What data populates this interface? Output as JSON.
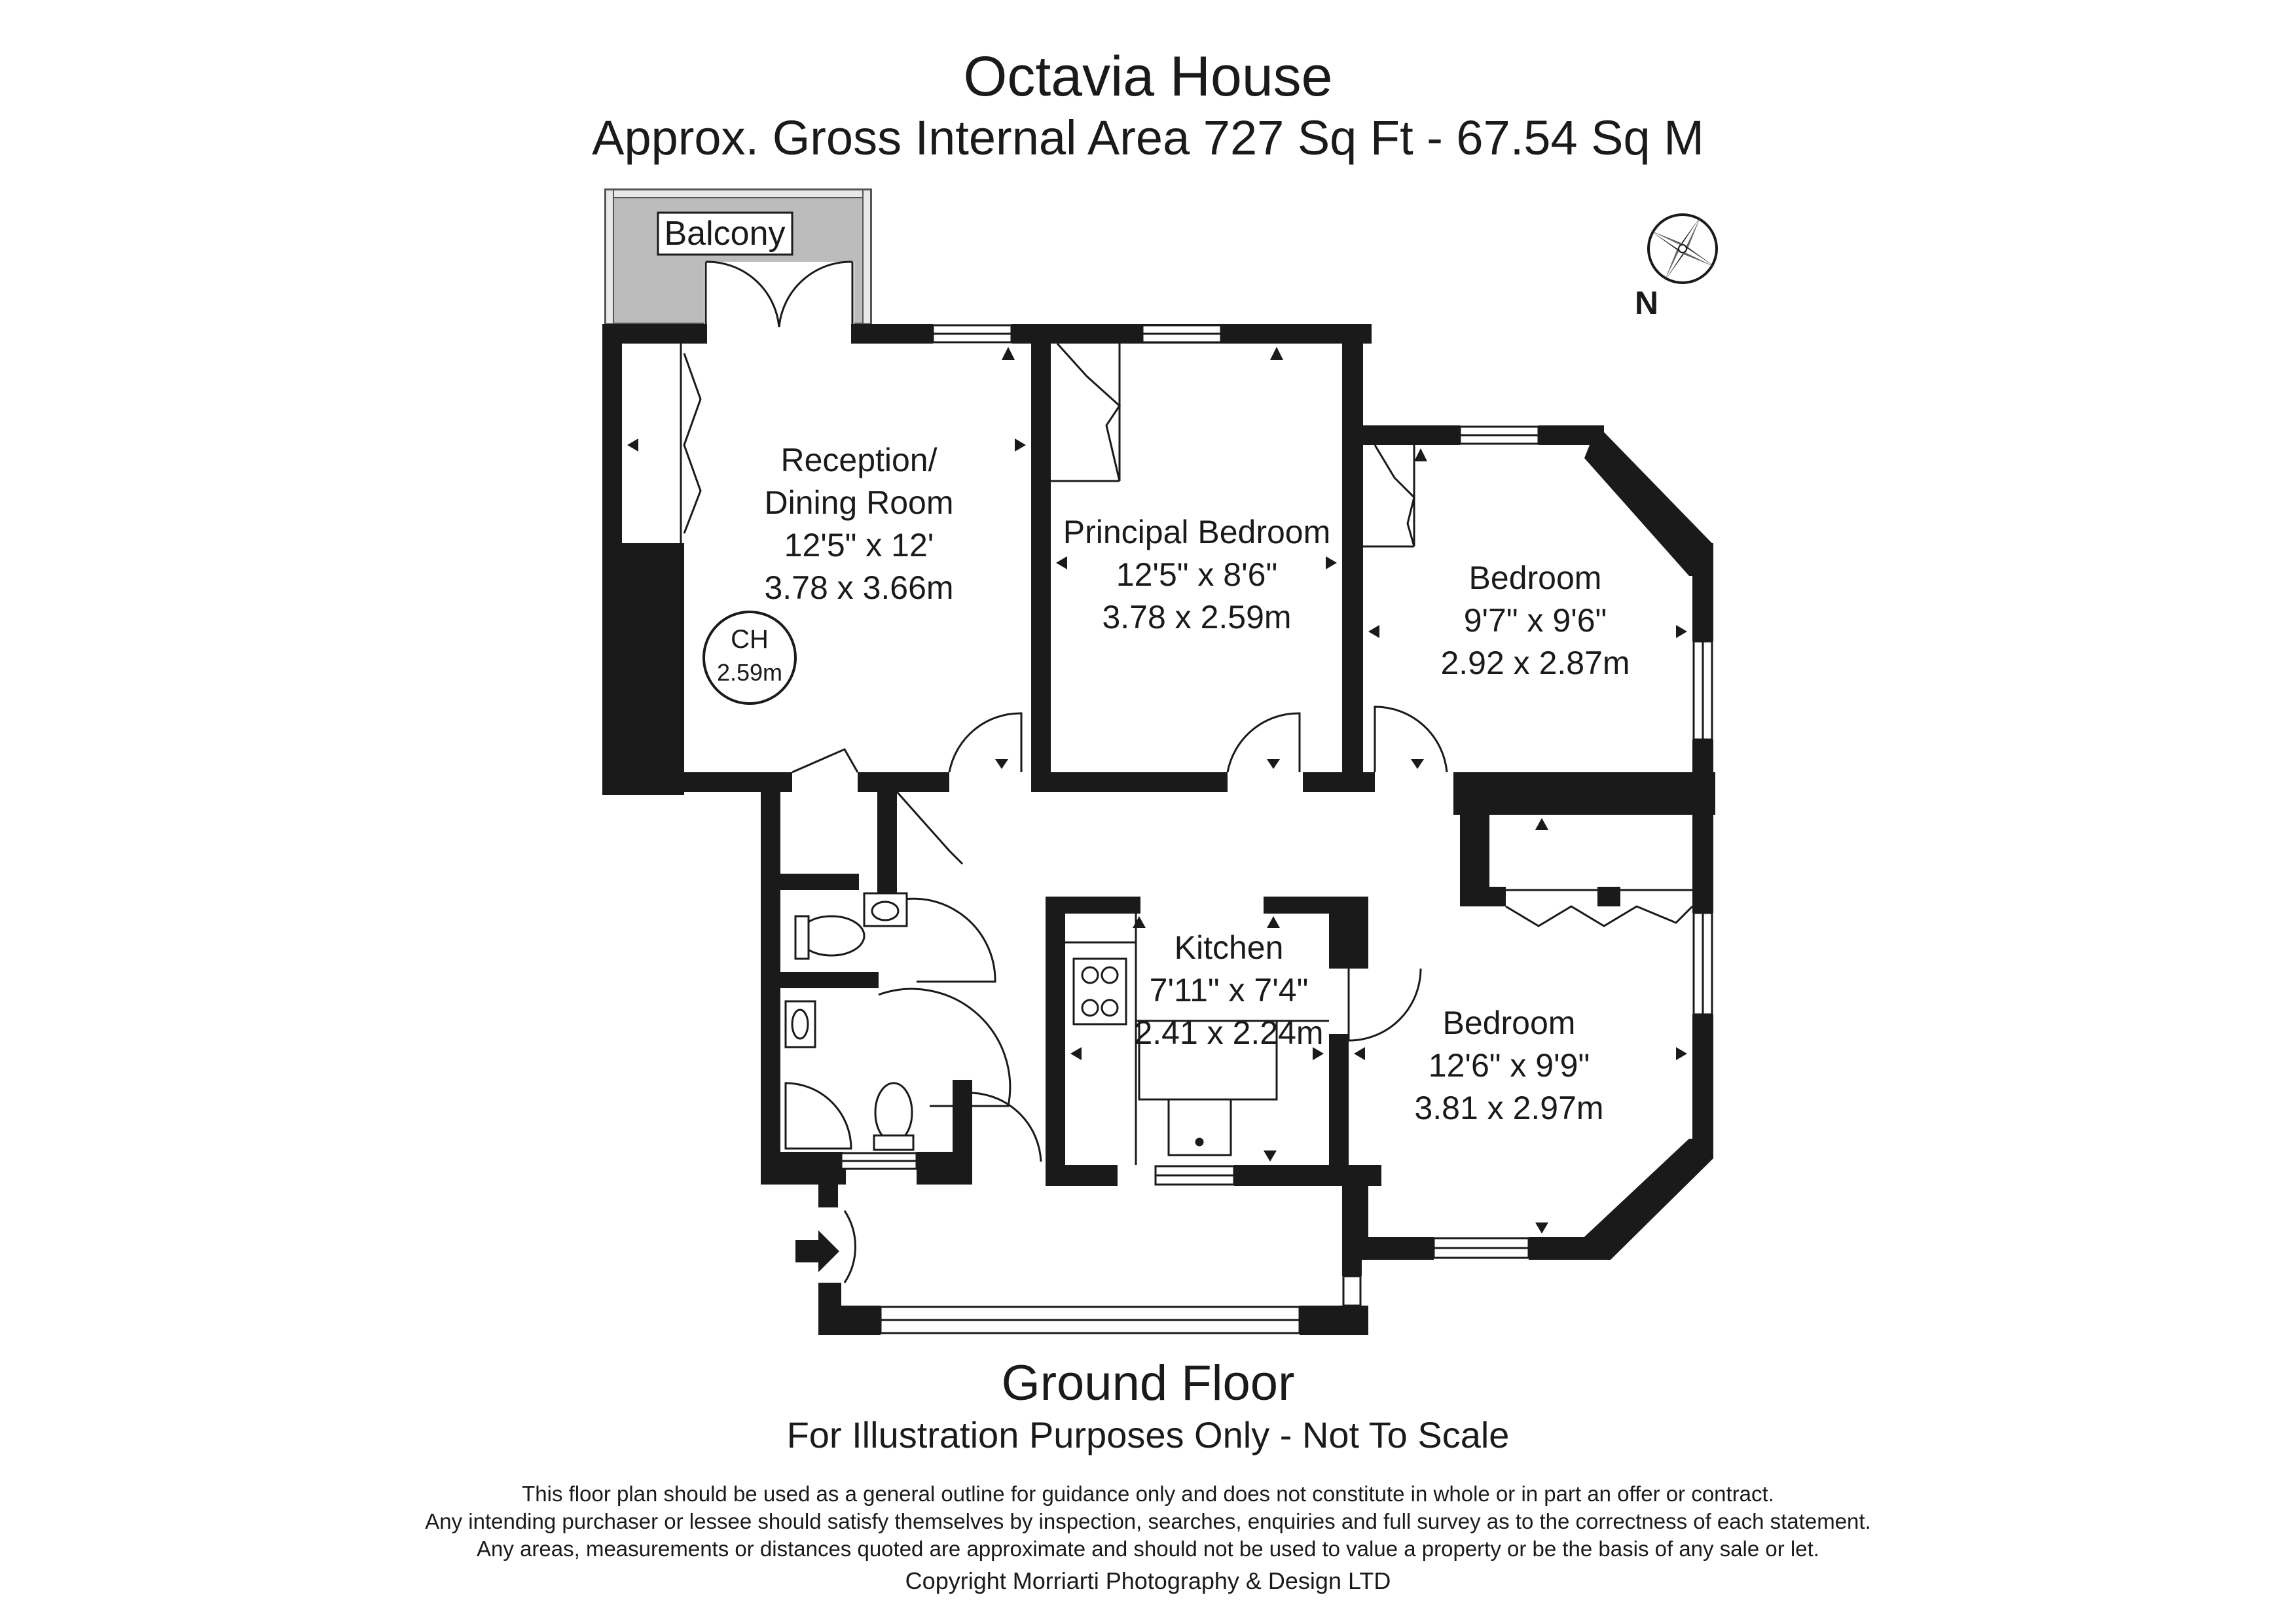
{
  "header": {
    "title": "Octavia House",
    "subtitle": "Approx. Gross Internal Area   727 Sq Ft  -  67.54 Sq M"
  },
  "compass": {
    "label": "N",
    "icon": "compass-star-icon"
  },
  "rooms": {
    "balcony": {
      "name": "Balcony"
    },
    "reception": {
      "name_line1": "Reception/",
      "name_line2": "Dining Room",
      "imperial": "12'5\" x 12'",
      "metric": "3.78 x 3.66m"
    },
    "ceiling_height": {
      "label": "CH",
      "value": "2.59m"
    },
    "principal_bedroom": {
      "name": "Principal Bedroom",
      "imperial": "12'5\" x 8'6\"",
      "metric": "3.78 x 2.59m"
    },
    "bedroom_2": {
      "name": "Bedroom",
      "imperial": "9'7\" x 9'6\"",
      "metric": "2.92 x 2.87m"
    },
    "kitchen": {
      "name": "Kitchen",
      "imperial": "7'11\" x 7'4\"",
      "metric": "2.41 x 2.24m"
    },
    "bedroom_3": {
      "name": "Bedroom",
      "imperial": "12'6\" x 9'9\"",
      "metric": "3.81 x 2.97m"
    }
  },
  "footer": {
    "floor": "Ground Floor",
    "illustration": "For Illustration Purposes Only - Not To Scale",
    "disclaimer": [
      "This floor plan should be used as a general outline for guidance only and does not constitute in whole or in part an offer or contract.",
      "Any intending purchaser or lessee should satisfy themselves by inspection, searches, enquiries and full survey as to the correctness of each statement.",
      "Any areas, measurements or distances quoted are approximate and should not be used to value a property or be the basis of any sale or let."
    ],
    "copyright": "Copyright Morriarti Photography & Design LTD"
  },
  "colors": {
    "wall": "#1a1a1a",
    "balcony_fill": "#bcbcbc",
    "background": "#ffffff"
  }
}
